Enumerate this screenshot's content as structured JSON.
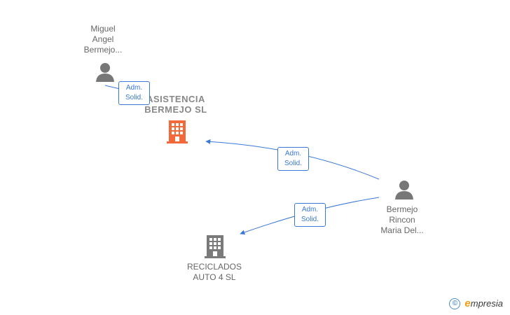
{
  "nodes": {
    "person_miguel": {
      "label": "Miguel\nAngel\nBermejo..."
    },
    "company_asistencia": {
      "label": "ASISTENCIA\nBERMEJO  SL"
    },
    "person_bermejo": {
      "label": "Bermejo\nRincon\nMaria Del..."
    },
    "company_reciclados": {
      "label": "RECICLADOS\nAUTO 4 SL"
    }
  },
  "edges": [
    {
      "line1": "Adm.",
      "line2": "Solid."
    },
    {
      "line1": "Adm.",
      "line2": "Solid."
    },
    {
      "line1": "Adm.",
      "line2": "Solid."
    }
  ],
  "colors": {
    "edge": "#3a78d6",
    "person_icon": "#777777",
    "company_main_icon": "#f26a3a",
    "company_other_icon": "#7a7a7a",
    "brand_accent": "#f39c12"
  },
  "brand": {
    "copyright_symbol": "©",
    "e_mark": "e",
    "name": "mpresia"
  }
}
